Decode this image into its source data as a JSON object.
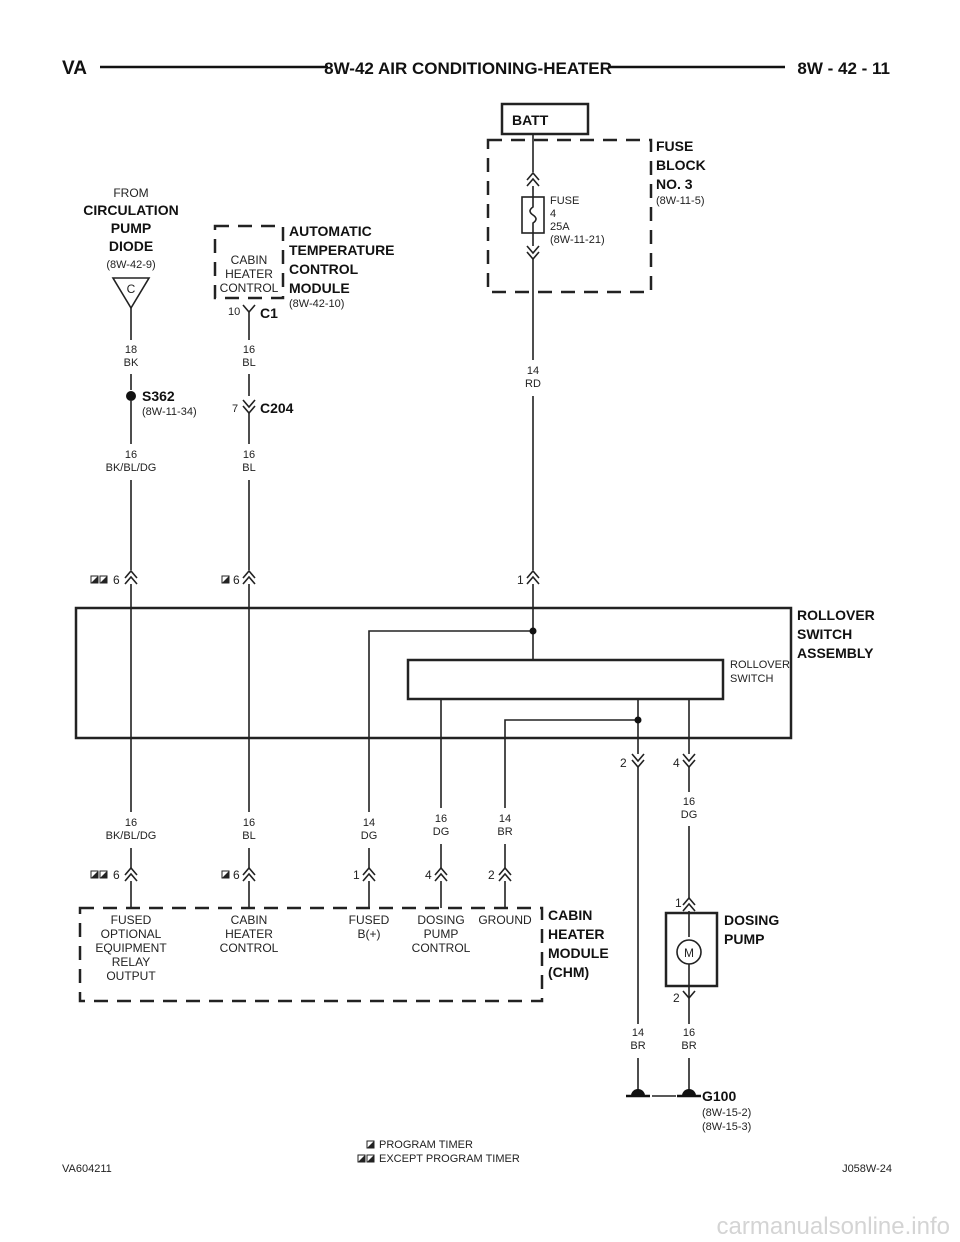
{
  "header": {
    "left": "VA",
    "title": "8W-42 AIR CONDITIONING-HEATER",
    "page": "8W - 42 - 11"
  },
  "batt": "BATT",
  "fuse_block": {
    "title": [
      "FUSE",
      "BLOCK",
      "NO. 3"
    ],
    "ref": "(8W-11-5)"
  },
  "fuse": {
    "lines": [
      "FUSE",
      "4",
      "25A",
      "(8W-11-21)"
    ]
  },
  "circ_pump": {
    "from": "FROM",
    "title": [
      "CIRCULATION",
      "PUMP",
      "DIODE"
    ],
    "ref": "(8W-42-9)",
    "pin": "C"
  },
  "atc": {
    "box_text": [
      "CABIN",
      "HEATER",
      "CONTROL"
    ],
    "title": [
      "AUTOMATIC",
      "TEMPERATURE",
      "CONTROL",
      "MODULE"
    ],
    "ref": "(8W-42-10)",
    "pin": "10",
    "connector": "C1"
  },
  "splice": {
    "name": "S362",
    "ref": "(8W-11-34)"
  },
  "c204": {
    "name": "C204",
    "pin": "7"
  },
  "wires": {
    "w1": [
      "18",
      "BK"
    ],
    "w2": [
      "16",
      "BK/BL/DG"
    ],
    "w3": [
      "16",
      "BL"
    ],
    "w4": [
      "16",
      "BL"
    ],
    "w5": [
      "14",
      "RD"
    ],
    "w6": [
      "16",
      "BK/BL/DG"
    ],
    "w7": [
      "16",
      "BL"
    ],
    "w8": [
      "14",
      "DG"
    ],
    "w9": [
      "16",
      "DG"
    ],
    "w10": [
      "14",
      "BR"
    ],
    "w11": [
      "16",
      "DG"
    ],
    "w12": [
      "14",
      "BR"
    ],
    "w13": [
      "16",
      "BR"
    ]
  },
  "rollover": {
    "title": [
      "ROLLOVER",
      "SWITCH",
      "ASSEMBLY"
    ],
    "switch_label": [
      "ROLLOVER",
      "SWITCH"
    ],
    "pins_top": [
      "6",
      "6",
      "1"
    ],
    "pins_bottom": [
      "2",
      "4"
    ]
  },
  "chm": {
    "title": [
      "CABIN",
      "HEATER",
      "MODULE",
      "(CHM)"
    ],
    "pins": [
      "6",
      "6",
      "1",
      "4",
      "2"
    ],
    "labels": {
      "fused_opt": [
        "FUSED",
        "OPTIONAL",
        "EQUIPMENT",
        "RELAY",
        "OUTPUT"
      ],
      "cabin": [
        "CABIN",
        "HEATER",
        "CONTROL"
      ],
      "fused_b": [
        "FUSED",
        "B(+)"
      ],
      "dosing": [
        "DOSING",
        "PUMP",
        "CONTROL"
      ],
      "ground": [
        "GROUND"
      ]
    }
  },
  "dosing_pump": {
    "title": [
      "DOSING",
      "PUMP"
    ],
    "motor": "M",
    "pin_top": "1",
    "pin_bottom": "2"
  },
  "ground": {
    "name": "G100",
    "refs": [
      "(8W-15-2)",
      "(8W-15-3)"
    ]
  },
  "legend": {
    "program": "PROGRAM TIMER",
    "except": "EXCEPT PROGRAM TIMER"
  },
  "footer": {
    "left": "VA604211",
    "right": "J058W-24"
  },
  "watermark": "carmanualsonline.info"
}
